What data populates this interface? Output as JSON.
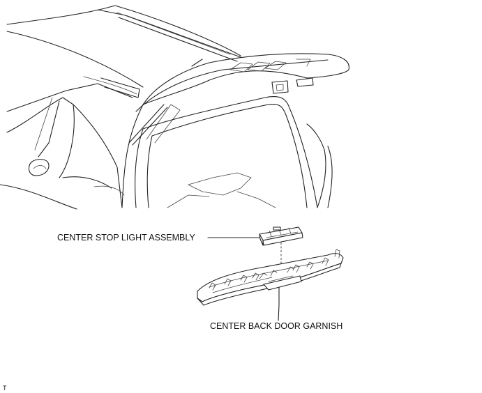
{
  "labels": {
    "stop_light": "CENTER STOP LIGHT ASSEMBLY",
    "garnish": "CENTER BACK DOOR GARNISH"
  },
  "corner_mark": "T"
}
